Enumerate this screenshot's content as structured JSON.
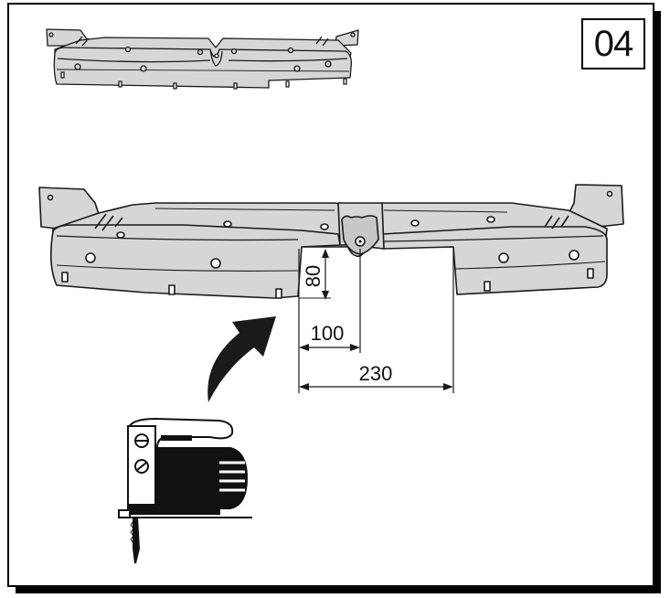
{
  "step": {
    "number": "04"
  },
  "dimensions": {
    "height_cut": "80",
    "center_offset": "100",
    "cut_width": "230"
  },
  "colors": {
    "panel_fill": "#d6d6d6",
    "outline": "#1a1a1a",
    "frame": "#000000",
    "background": "#ffffff"
  },
  "icons": [
    "jigsaw-icon",
    "curved-arrow-icon"
  ]
}
